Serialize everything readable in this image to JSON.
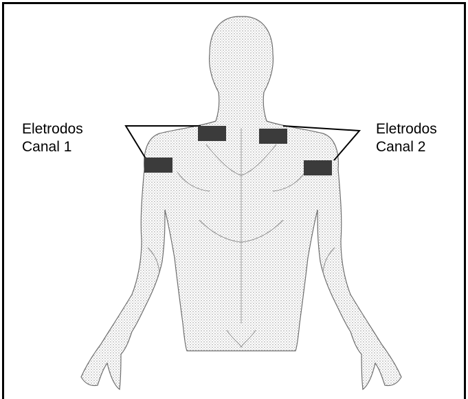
{
  "channels": [
    {
      "line1": "Eletrodos",
      "line2": "Canal 1"
    },
    {
      "line1": "Eletrodos",
      "line2": "Canal 2"
    }
  ],
  "colors": {
    "frame": "#000000",
    "skin_texture": "#8a8a8a",
    "outline": "#6e6e6e",
    "electrode": "#3b3b3b",
    "leader": "#000000"
  }
}
